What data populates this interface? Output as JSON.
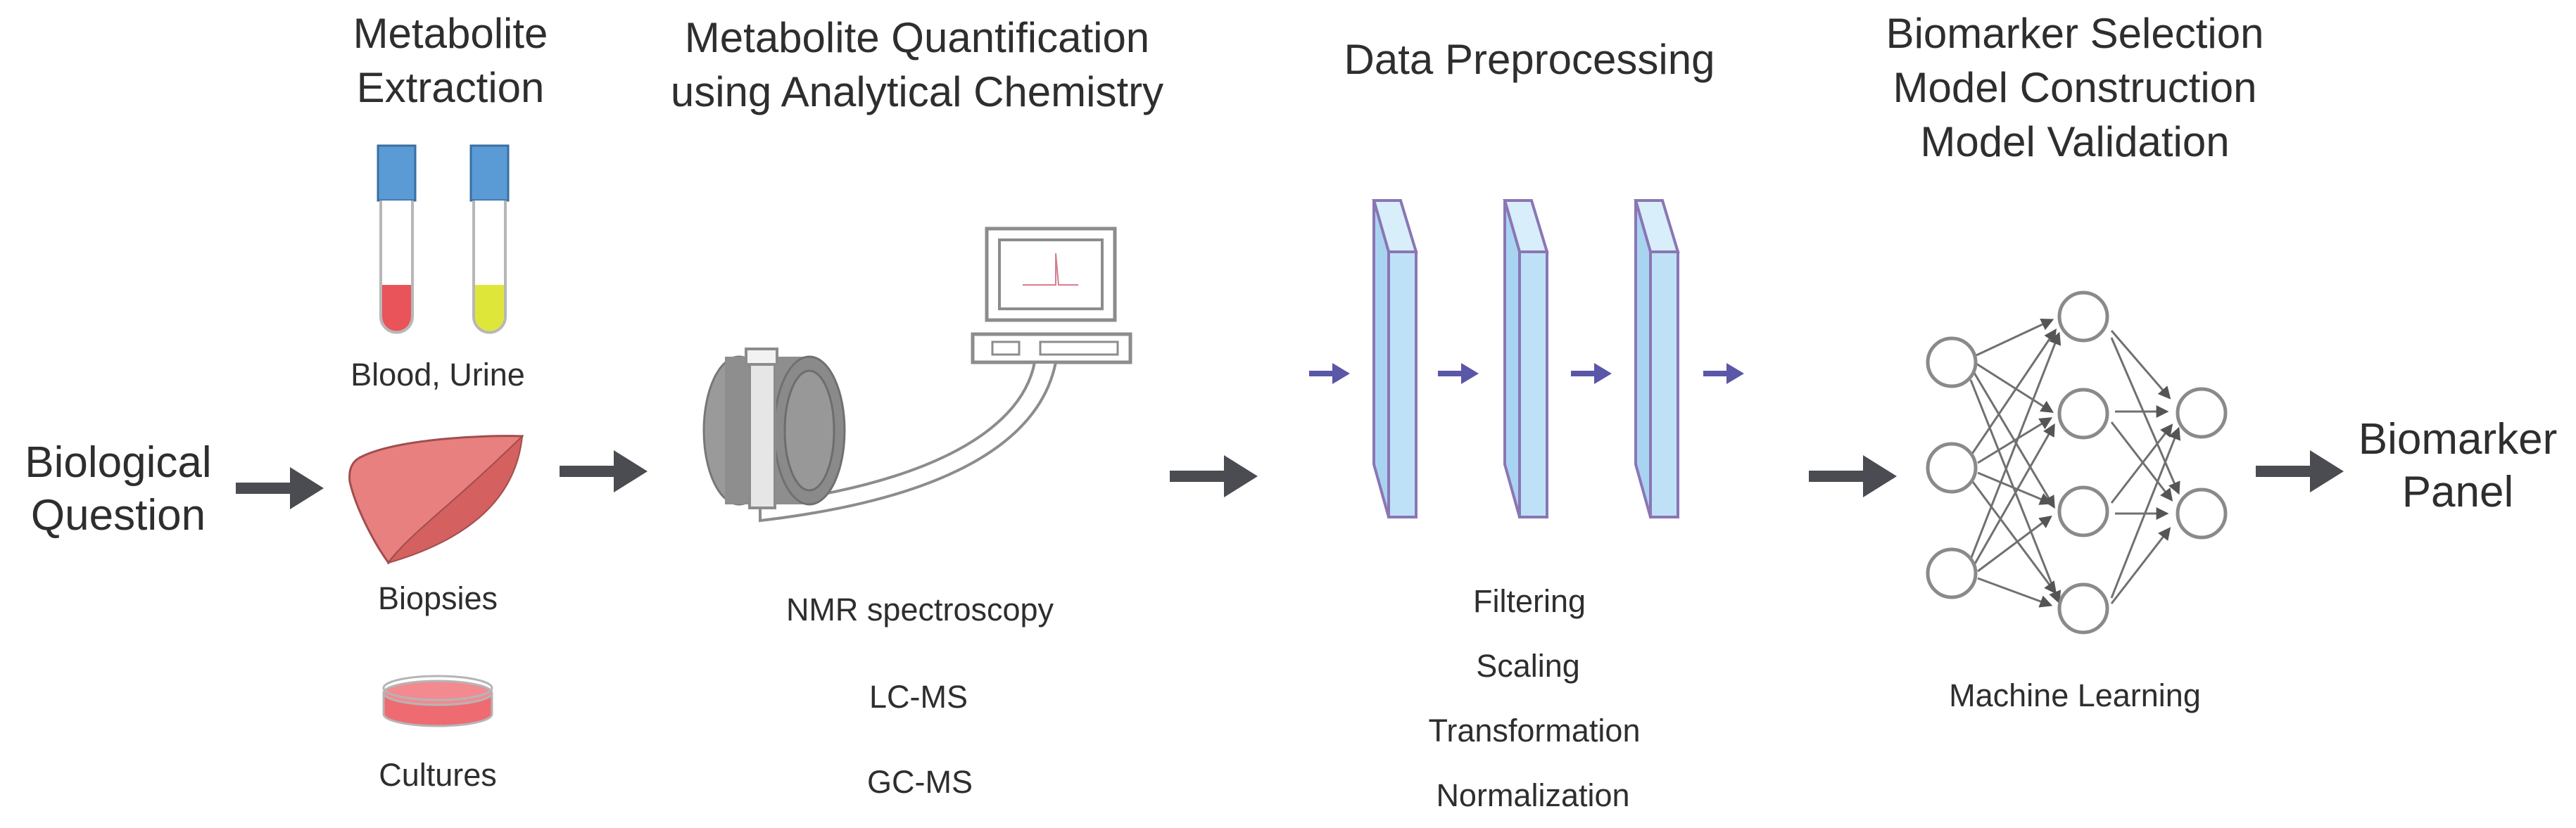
{
  "start": {
    "line1": "Biological",
    "line2": "Question"
  },
  "end": {
    "line1": "Biomarker",
    "line2": "Panel"
  },
  "extraction": {
    "title_line1": "Metabolite",
    "title_line2": "Extraction",
    "sample_blood_urine": "Blood, Urine",
    "sample_biopsies": "Biopsies",
    "sample_cultures": "Cultures"
  },
  "quantification": {
    "title_line1": "Metabolite Quantification",
    "title_line2": "using Analytical Chemistry",
    "methods": [
      "NMR spectroscopy",
      "LC-MS",
      "GC-MS"
    ]
  },
  "preprocessing": {
    "title": "Data Preprocessing",
    "steps": [
      "Filtering",
      "Scaling",
      "Transformation",
      "Normalization"
    ]
  },
  "modeling": {
    "title_lines": [
      "Biomarker Selection",
      "Model Construction",
      "Model Validation"
    ],
    "label": "Machine Learning"
  },
  "colors": {
    "text": "#2e2e2e",
    "arrow": "#4a4c52",
    "tube_cap": "#5b9bd5",
    "blood": "#e8545a",
    "urine": "#dfe63a",
    "liver": "#e88080",
    "dish": "#ef6b72",
    "instrument": "#8c8c8c",
    "layer_fill": "#bfe1f7",
    "layer_stroke": "#8a76b5",
    "small_arrow": "#5a56a8",
    "node": "#8a8a8a"
  },
  "icons": [
    "test-tube-icon",
    "liver-icon",
    "petri-dish-icon",
    "nmr-magnet-icon",
    "computer-icon",
    "layer-icon",
    "neural-network-icon"
  ]
}
